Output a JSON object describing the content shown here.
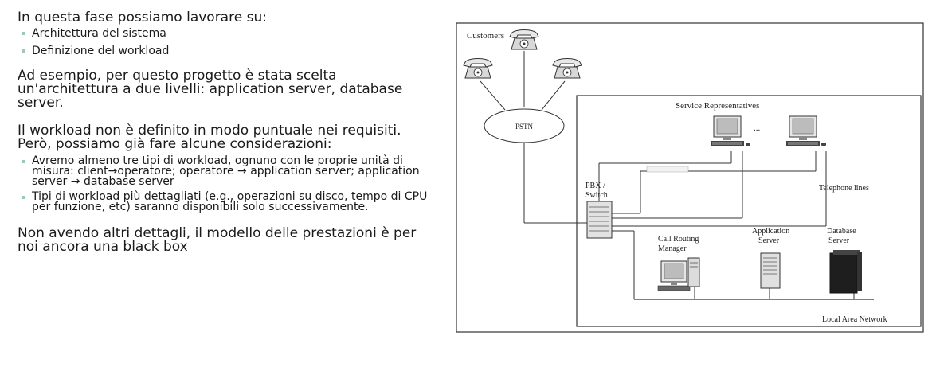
{
  "text": {
    "intro": "In questa fase possiamo lavorare su:",
    "bullets1": [
      "Architettura del sistema",
      "Definizione del workload"
    ],
    "para1": "Ad esempio, per questo progetto è stata scelta un'architettura a due livelli: application server, database server.",
    "para2": "Il workload non è definito in modo puntuale nei requisiti. Però, possiamo già fare alcune considerazioni:",
    "bullets2": [
      "Avremo almeno tre tipi di workload, ognuno con le proprie unità di misura: client→operatore; operatore → application server; application server → database server",
      "Tipi di workload più dettagliati (e.g., operazioni su disco, tempo di CPU per funzione, etc) saranno disponibili solo successivamente."
    ],
    "para3": "Non avendo altri dettagli, il modello delle prestazioni è per noi ancora una black box"
  },
  "diagram": {
    "customers": "Customers",
    "pstn": "PSTN",
    "service_reps": "Service Representatives",
    "ellipsis": "...",
    "pbx_line1": "PBX /",
    "pbx_line2": "Switch",
    "telephone_lines": "Telephone lines",
    "call_routing_line1": "Call Routing",
    "call_routing_line2": "Manager",
    "app_server_line1": "Application",
    "app_server_line2": "Server",
    "db_server_line1": "Database",
    "db_server_line2": "Server",
    "lan": "Local Area Network"
  }
}
